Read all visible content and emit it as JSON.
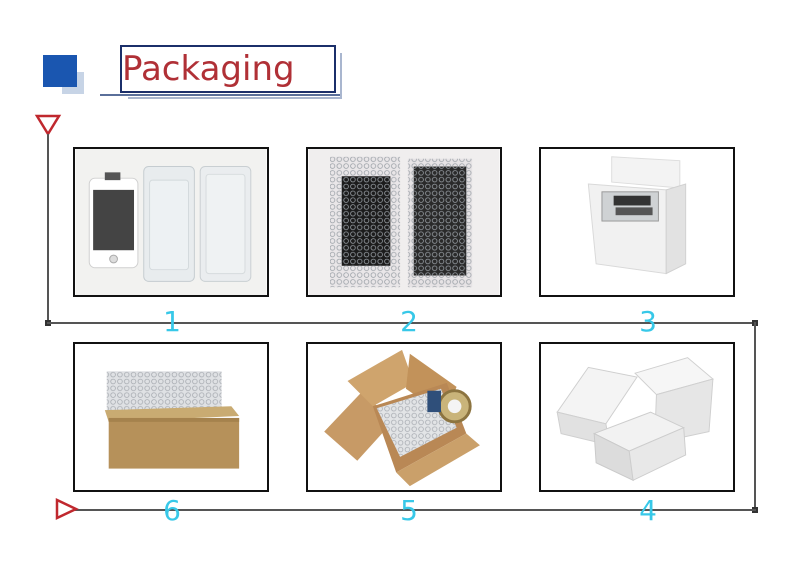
{
  "header": {
    "title": "Packaging"
  },
  "steps": [
    {
      "number": "1"
    },
    {
      "number": "2"
    },
    {
      "number": "3"
    },
    {
      "number": "4"
    },
    {
      "number": "5"
    },
    {
      "number": "6"
    }
  ],
  "colors": {
    "accent_blue": "#1a56b0",
    "title_red": "#b03036",
    "number_cyan": "#37c8e8",
    "arrow_red": "#c0282e"
  }
}
